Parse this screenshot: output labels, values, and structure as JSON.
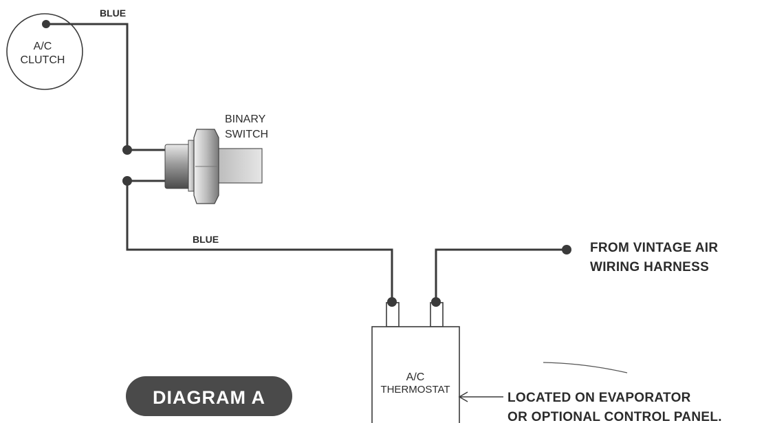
{
  "labels": {
    "blue_top": "BLUE",
    "blue_mid": "BLUE",
    "clutch_line1": "A/C",
    "clutch_line2": "CLUTCH",
    "binary_line1": "BINARY",
    "binary_line2": "SWITCH",
    "thermostat_line1": "A/C",
    "thermostat_line2": "THERMOSTAT",
    "harness_line1": "FROM VINTAGE AIR",
    "harness_line2": "WIRING HARNESS",
    "located_line1": "LOCATED ON EVAPORATOR",
    "located_line2": "OR OPTIONAL CONTROL PANEL."
  },
  "badge": {
    "label": "DIAGRAM A",
    "color": "#4a4a4a"
  },
  "colors": {
    "line": "#3a3a3a",
    "switch_dark": "#555555",
    "switch_light": "#d6d6d6"
  }
}
